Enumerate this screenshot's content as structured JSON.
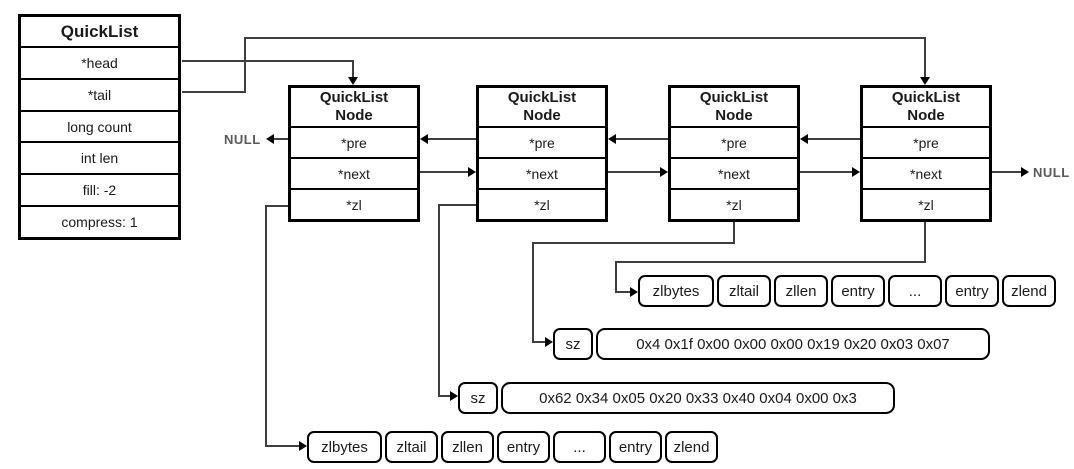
{
  "quicklist": {
    "title": "QuickList",
    "fields": [
      "*head",
      "*tail",
      "long count",
      "int len",
      "fill: -2",
      "compress: 1"
    ]
  },
  "nodes": [
    {
      "title": [
        "QuickList",
        "Node"
      ],
      "fields": [
        "*pre",
        "*next",
        "*zl"
      ]
    },
    {
      "title": [
        "QuickList",
        "Node"
      ],
      "fields": [
        "*pre",
        "*next",
        "*zl"
      ]
    },
    {
      "title": [
        "QuickList",
        "Node"
      ],
      "fields": [
        "*pre",
        "*next",
        "*zl"
      ]
    },
    {
      "title": [
        "QuickList",
        "Node"
      ],
      "fields": [
        "*pre",
        "*next",
        "*zl"
      ]
    }
  ],
  "null_labels": {
    "left": "NULL",
    "right": "NULL"
  },
  "ziplist_top": {
    "cells": [
      "zlbytes",
      "zltail",
      "zllen",
      "entry",
      "...",
      "entry",
      "zlend"
    ]
  },
  "ziplist_bottom": {
    "cells": [
      "zlbytes",
      "zltail",
      "zllen",
      "entry",
      "...",
      "entry",
      "zlend"
    ]
  },
  "sz_rows": [
    {
      "label": "sz",
      "value": "0x4 0x1f 0x00 0x00 0x00 0x19 0x20 0x03 0x07"
    },
    {
      "label": "sz",
      "value": "0x62 0x34 0x05 0x20 0x33 0x40 0x04 0x00 0x3"
    }
  ],
  "colors": {
    "background": "#ffffff",
    "border": "#000000",
    "line": "#3f3f3f",
    "null_text": "#595959",
    "text": "#1a1a1a"
  }
}
